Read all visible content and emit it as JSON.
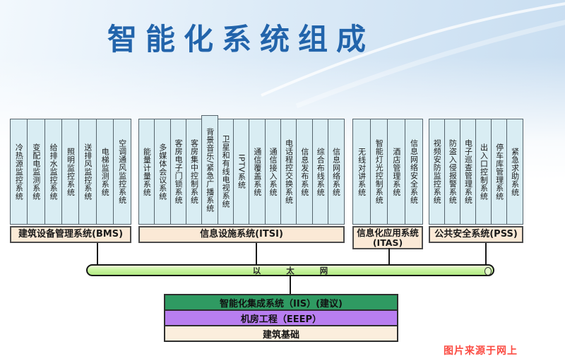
{
  "title": "智能化系统组成",
  "watermark": "图片来源于网上",
  "ethernet": {
    "label": "以 太 网"
  },
  "groups": [
    {
      "id": "bms",
      "label": "建筑设备管理系统(BMS)",
      "systems": [
        "冷热源监控系统",
        "变配电监测系统",
        "给排水监控系统",
        "照明监控系统",
        "送排风监控系统",
        "电梯监测系统",
        "空调通风监控系统"
      ]
    },
    {
      "id": "itsi",
      "label": "信息设施系统(ITSI)",
      "systems": [
        "能量计量系统",
        "多媒体会议系统",
        "客房电子门锁系统",
        "客房集中控制系统",
        "背景音乐/紧急广播系统",
        "卫星和有线电视系统",
        "IPTV系统",
        "通信覆盖系统",
        "通信接入系统",
        "电话程控交换系统",
        "信息发布系统",
        "综合布线系统",
        "信息网络系统"
      ]
    },
    {
      "id": "itas",
      "label": "信息化应用系统",
      "label_line2": "(ITAS)",
      "systems": [
        "无线对讲系统",
        "智能灯光控制系统",
        "酒店管理系统",
        "信息网络安全系统"
      ]
    },
    {
      "id": "pss",
      "label": "公共安全系统(PSS)",
      "systems": [
        "视频安防监控系统",
        "防盗入侵报警系统",
        "电子巡查管理系统",
        "出入口控制系统",
        "停车库管理系统",
        "紧急求助系统"
      ]
    }
  ],
  "stack": [
    {
      "name": "iis-row",
      "label": "智能化集成系统（IIS）(建议)",
      "bg": "#2f9a62"
    },
    {
      "name": "eeep-row",
      "label": "机房工程（EEEP）",
      "bg": "#b87ef0"
    },
    {
      "name": "foundation-row",
      "label": "建筑基础",
      "bg": "#fbeedd"
    }
  ],
  "colors": {
    "title": "#2264ab",
    "column_fill": "#d9edf3",
    "label_fill": "#fbe9d6",
    "ethernet_fill": "#c9f4a0",
    "watermark": "#fb4b42"
  }
}
